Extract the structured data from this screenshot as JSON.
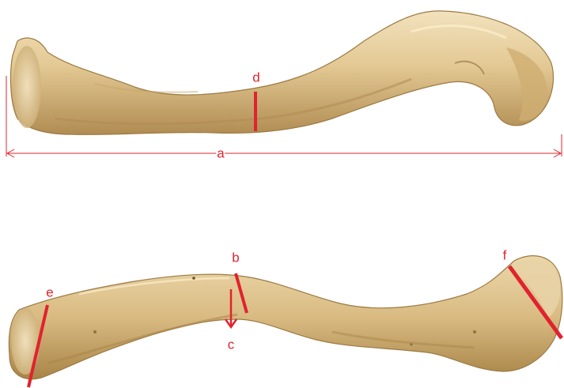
{
  "labels": {
    "a": "a",
    "b": "b",
    "c": "c",
    "d": "d",
    "e": "e",
    "f": "f"
  },
  "colors": {
    "annotation": "#e0232e",
    "bone_light": "#ecd7aa",
    "bone_mid": "#d3b479",
    "bone_dark": "#a98548",
    "background": "#ffffff"
  },
  "icons": {
    "upper_bone": "clavicle-superior-view",
    "lower_bone": "clavicle-inferior-view"
  }
}
